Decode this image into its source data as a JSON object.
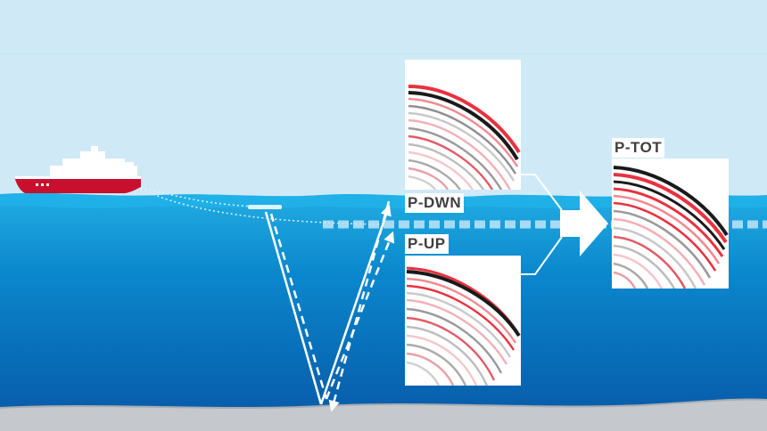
{
  "colors": {
    "sky": "#cfe9f7",
    "sea_top": "#1aa7e0",
    "sea_mid": "#0a78c2",
    "sea_bottom": "#0757a6",
    "seabed": "#c5c8cc",
    "seabed_line": "#9ea3a8",
    "hull_red": "#c8102e",
    "ray": "#ffffff",
    "trace_red": "#e8323f",
    "trace_black": "#1a1a1a"
  },
  "labels": {
    "p_dwn": "P-DWN",
    "p_up": "P-UP",
    "p_tot": "P-TOT"
  },
  "icons": {
    "vessel": "seismic-vessel-icon",
    "sensor": "seabed-sensor-icon",
    "merge_arrow": "summation-arrow-icon"
  }
}
